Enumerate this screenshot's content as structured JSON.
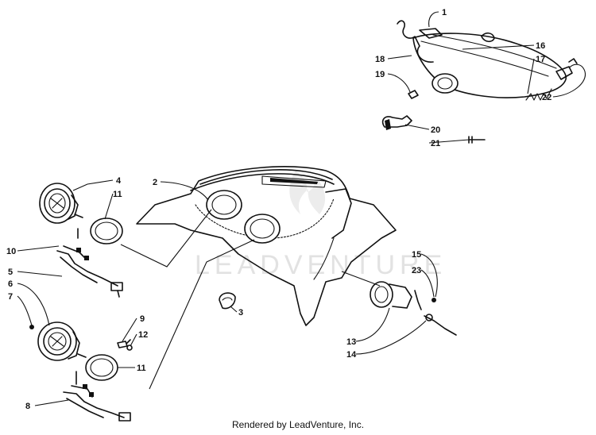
{
  "watermark": "LEADVENTURE",
  "footer": "Rendered by LeadVenture, Inc.",
  "callouts": [
    {
      "id": "1",
      "text": "1"
    },
    {
      "id": "2",
      "text": "2"
    },
    {
      "id": "3",
      "text": "3"
    },
    {
      "id": "4",
      "text": "4"
    },
    {
      "id": "5",
      "text": "5"
    },
    {
      "id": "6",
      "text": "6"
    },
    {
      "id": "7",
      "text": "7"
    },
    {
      "id": "8",
      "text": "8"
    },
    {
      "id": "9",
      "text": "9"
    },
    {
      "id": "10",
      "text": "10"
    },
    {
      "id": "11a",
      "text": "11"
    },
    {
      "id": "11b",
      "text": "11"
    },
    {
      "id": "12",
      "text": "12"
    },
    {
      "id": "13",
      "text": "13"
    },
    {
      "id": "14",
      "text": "14"
    },
    {
      "id": "15",
      "text": "15"
    },
    {
      "id": "16",
      "text": "16"
    },
    {
      "id": "17",
      "text": "17"
    },
    {
      "id": "18",
      "text": "18"
    },
    {
      "id": "19",
      "text": "19"
    },
    {
      "id": "20",
      "text": "20"
    },
    {
      "id": "21",
      "text": "21"
    },
    {
      "id": "22",
      "text": "22"
    },
    {
      "id": "23",
      "text": "23"
    }
  ]
}
